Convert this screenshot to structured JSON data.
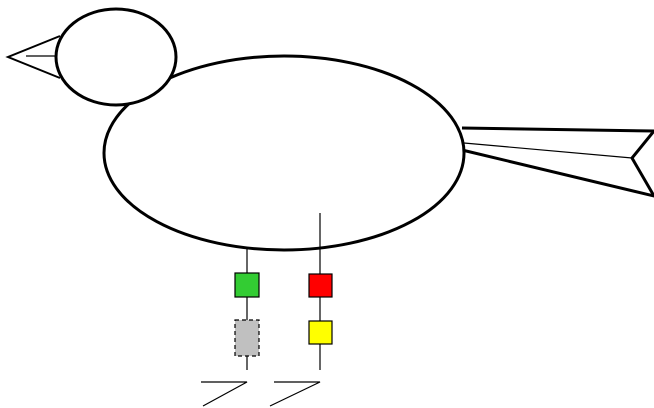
{
  "diagram": {
    "subject": "bird-line-drawing",
    "stroke_color": "#000000",
    "fill_color": "#ffffff",
    "leg_bands": {
      "left_leg": [
        {
          "position": "upper",
          "color": "#33cc33",
          "style": "solid"
        },
        {
          "position": "lower",
          "color": "#c0c0c0",
          "style": "dashed-outline"
        }
      ],
      "right_leg": [
        {
          "position": "upper",
          "color": "#ff0000",
          "style": "solid"
        },
        {
          "position": "lower",
          "color": "#ffff00",
          "style": "solid"
        }
      ]
    }
  }
}
